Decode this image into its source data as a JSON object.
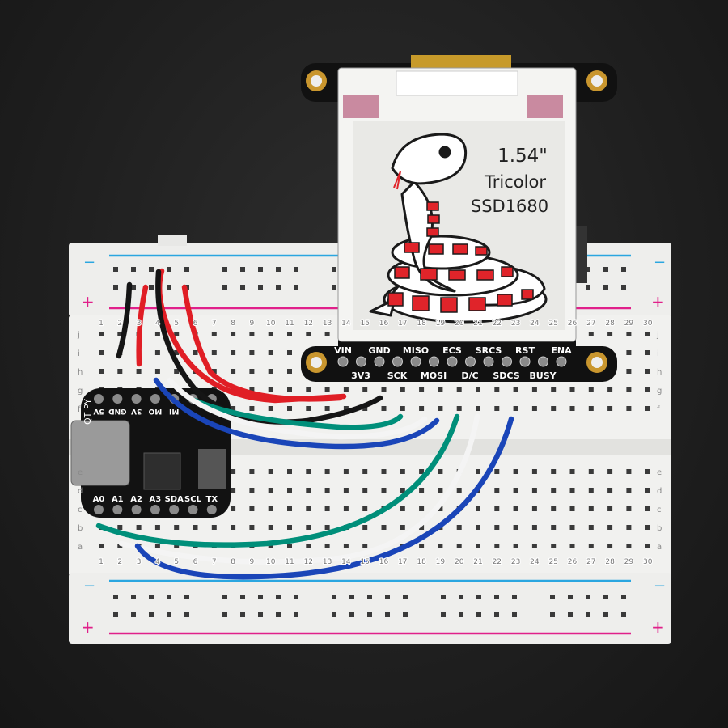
{
  "display": {
    "screen_text": [
      "1.54\"",
      "Tricolor",
      "SSD1680"
    ],
    "pins_top": [
      "VIN",
      "GND",
      "MISO",
      "ECS",
      "SRCS",
      "RST",
      "ENA"
    ],
    "pins_bottom": [
      "3V3",
      "SCK",
      "MOSI",
      "D/C",
      "SDCS",
      "BUSY"
    ],
    "colors": {
      "ink_red": "#e0242a",
      "ink_black": "#1a1a1a",
      "paper": "#e9e9e6",
      "pcb": "#111111"
    }
  },
  "qtpy": {
    "logo": "QT PY",
    "pins_top": [
      "5V",
      "GND",
      "3V",
      "MO",
      "MI"
    ],
    "pins_bottom": [
      "A0",
      "A1",
      "A2",
      "A3",
      "SDA",
      "SCL",
      "TX"
    ]
  },
  "breadboard": {
    "rail_signs": {
      "minus": "−",
      "plus": "+"
    },
    "row_letters_top": [
      "j",
      "i",
      "h",
      "g",
      "f"
    ],
    "row_letters_bottom": [
      "e",
      "d",
      "c",
      "b",
      "a"
    ],
    "columns": [
      "1",
      "2",
      "3",
      "4",
      "5",
      "6",
      "7",
      "8",
      "9",
      "10",
      "11",
      "12",
      "13",
      "14",
      "15",
      "16",
      "17",
      "18",
      "19",
      "20",
      "21",
      "22",
      "23",
      "24",
      "25",
      "26",
      "27",
      "28",
      "29",
      "30"
    ],
    "colors": {
      "rail_blue": "#2aa6e0",
      "rail_red": "#e0208a",
      "body": "#f1f1ef"
    }
  },
  "wires": {
    "colors": {
      "red": "#e01e25",
      "black": "#151515",
      "green": "#008f7a",
      "white": "#f4f4f4",
      "blue": "#1a45b8"
    }
  }
}
